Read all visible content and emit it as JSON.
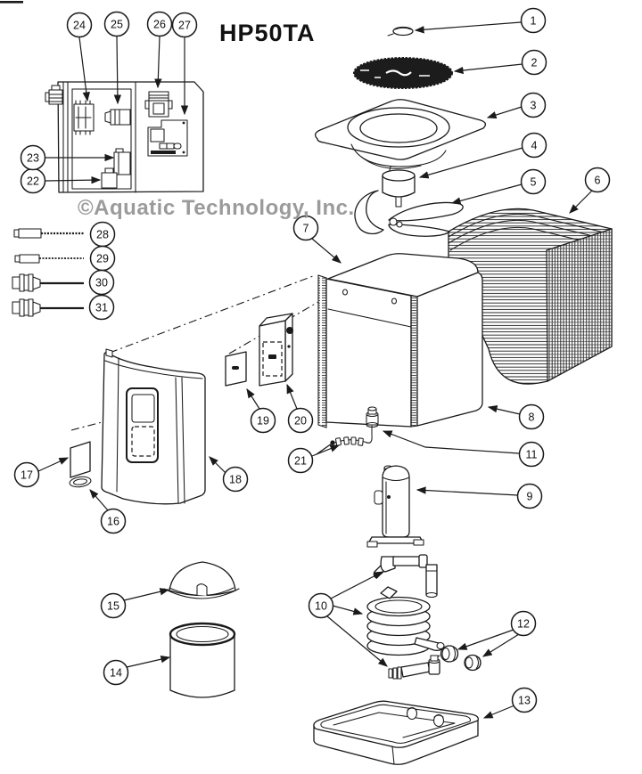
{
  "diagram": {
    "title": "HP50TA",
    "watermark": "©Aquatic Technology, Inc."
  },
  "colors": {
    "ink": "#1a1a1a",
    "watermark": "#9b9b9b",
    "guard": "#1c1c1c",
    "paper": "#ffffff"
  },
  "callouts": [
    {
      "label": "1"
    },
    {
      "label": "2"
    },
    {
      "label": "3"
    },
    {
      "label": "4"
    },
    {
      "label": "5"
    },
    {
      "label": "6"
    },
    {
      "label": "7"
    },
    {
      "label": "8"
    },
    {
      "label": "9"
    },
    {
      "label": "10"
    },
    {
      "label": "11"
    },
    {
      "label": "12"
    },
    {
      "label": "13"
    },
    {
      "label": "14"
    },
    {
      "label": "15"
    },
    {
      "label": "16"
    },
    {
      "label": "17"
    },
    {
      "label": "18"
    },
    {
      "label": "19"
    },
    {
      "label": "20"
    },
    {
      "label": "21"
    },
    {
      "label": "22"
    },
    {
      "label": "23"
    },
    {
      "label": "24"
    },
    {
      "label": "25"
    },
    {
      "label": "26"
    },
    {
      "label": "27"
    },
    {
      "label": "28"
    },
    {
      "label": "29"
    },
    {
      "label": "30"
    },
    {
      "label": "31"
    }
  ]
}
